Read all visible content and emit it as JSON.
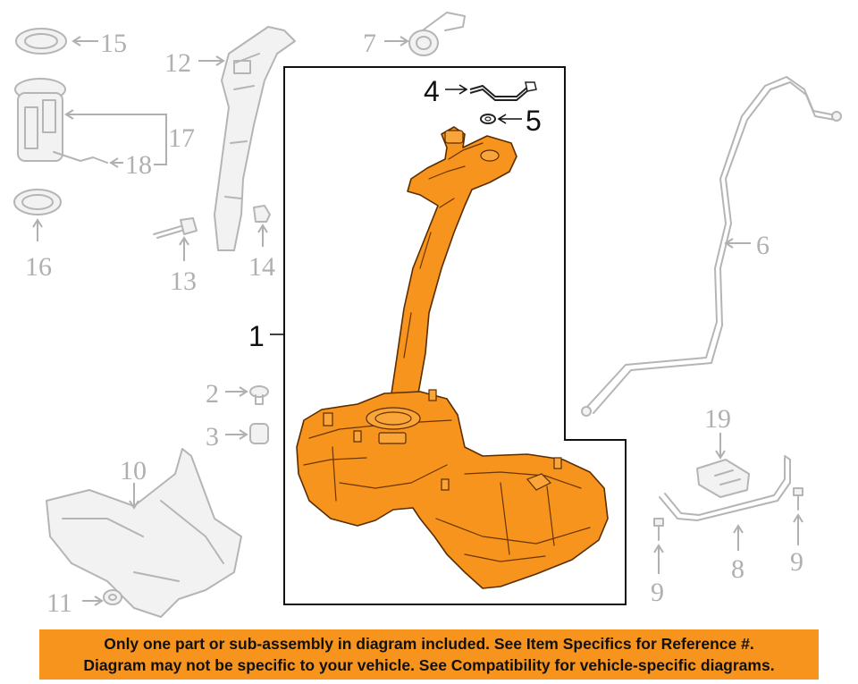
{
  "callouts": {
    "c1": "1",
    "c2": "2",
    "c3": "3",
    "c4": "4",
    "c5": "5",
    "c6": "6",
    "c7": "7",
    "c8": "8",
    "c9a": "9",
    "c9b": "9",
    "c10": "10",
    "c11": "11",
    "c12": "12",
    "c13": "13",
    "c14": "14",
    "c15": "15",
    "c16": "16",
    "c17": "17",
    "c18": "18",
    "c19": "19"
  },
  "banner": {
    "line1": "Only one part or sub-assembly in diagram included. See Item Specifics for Reference #.",
    "line2": "Diagram may not be specific to your vehicle. See Compatibility for vehicle-specific diagrams."
  },
  "colors": {
    "highlight": "#f7941d",
    "ghost": "#b5b5b5",
    "frame": "#111111"
  }
}
